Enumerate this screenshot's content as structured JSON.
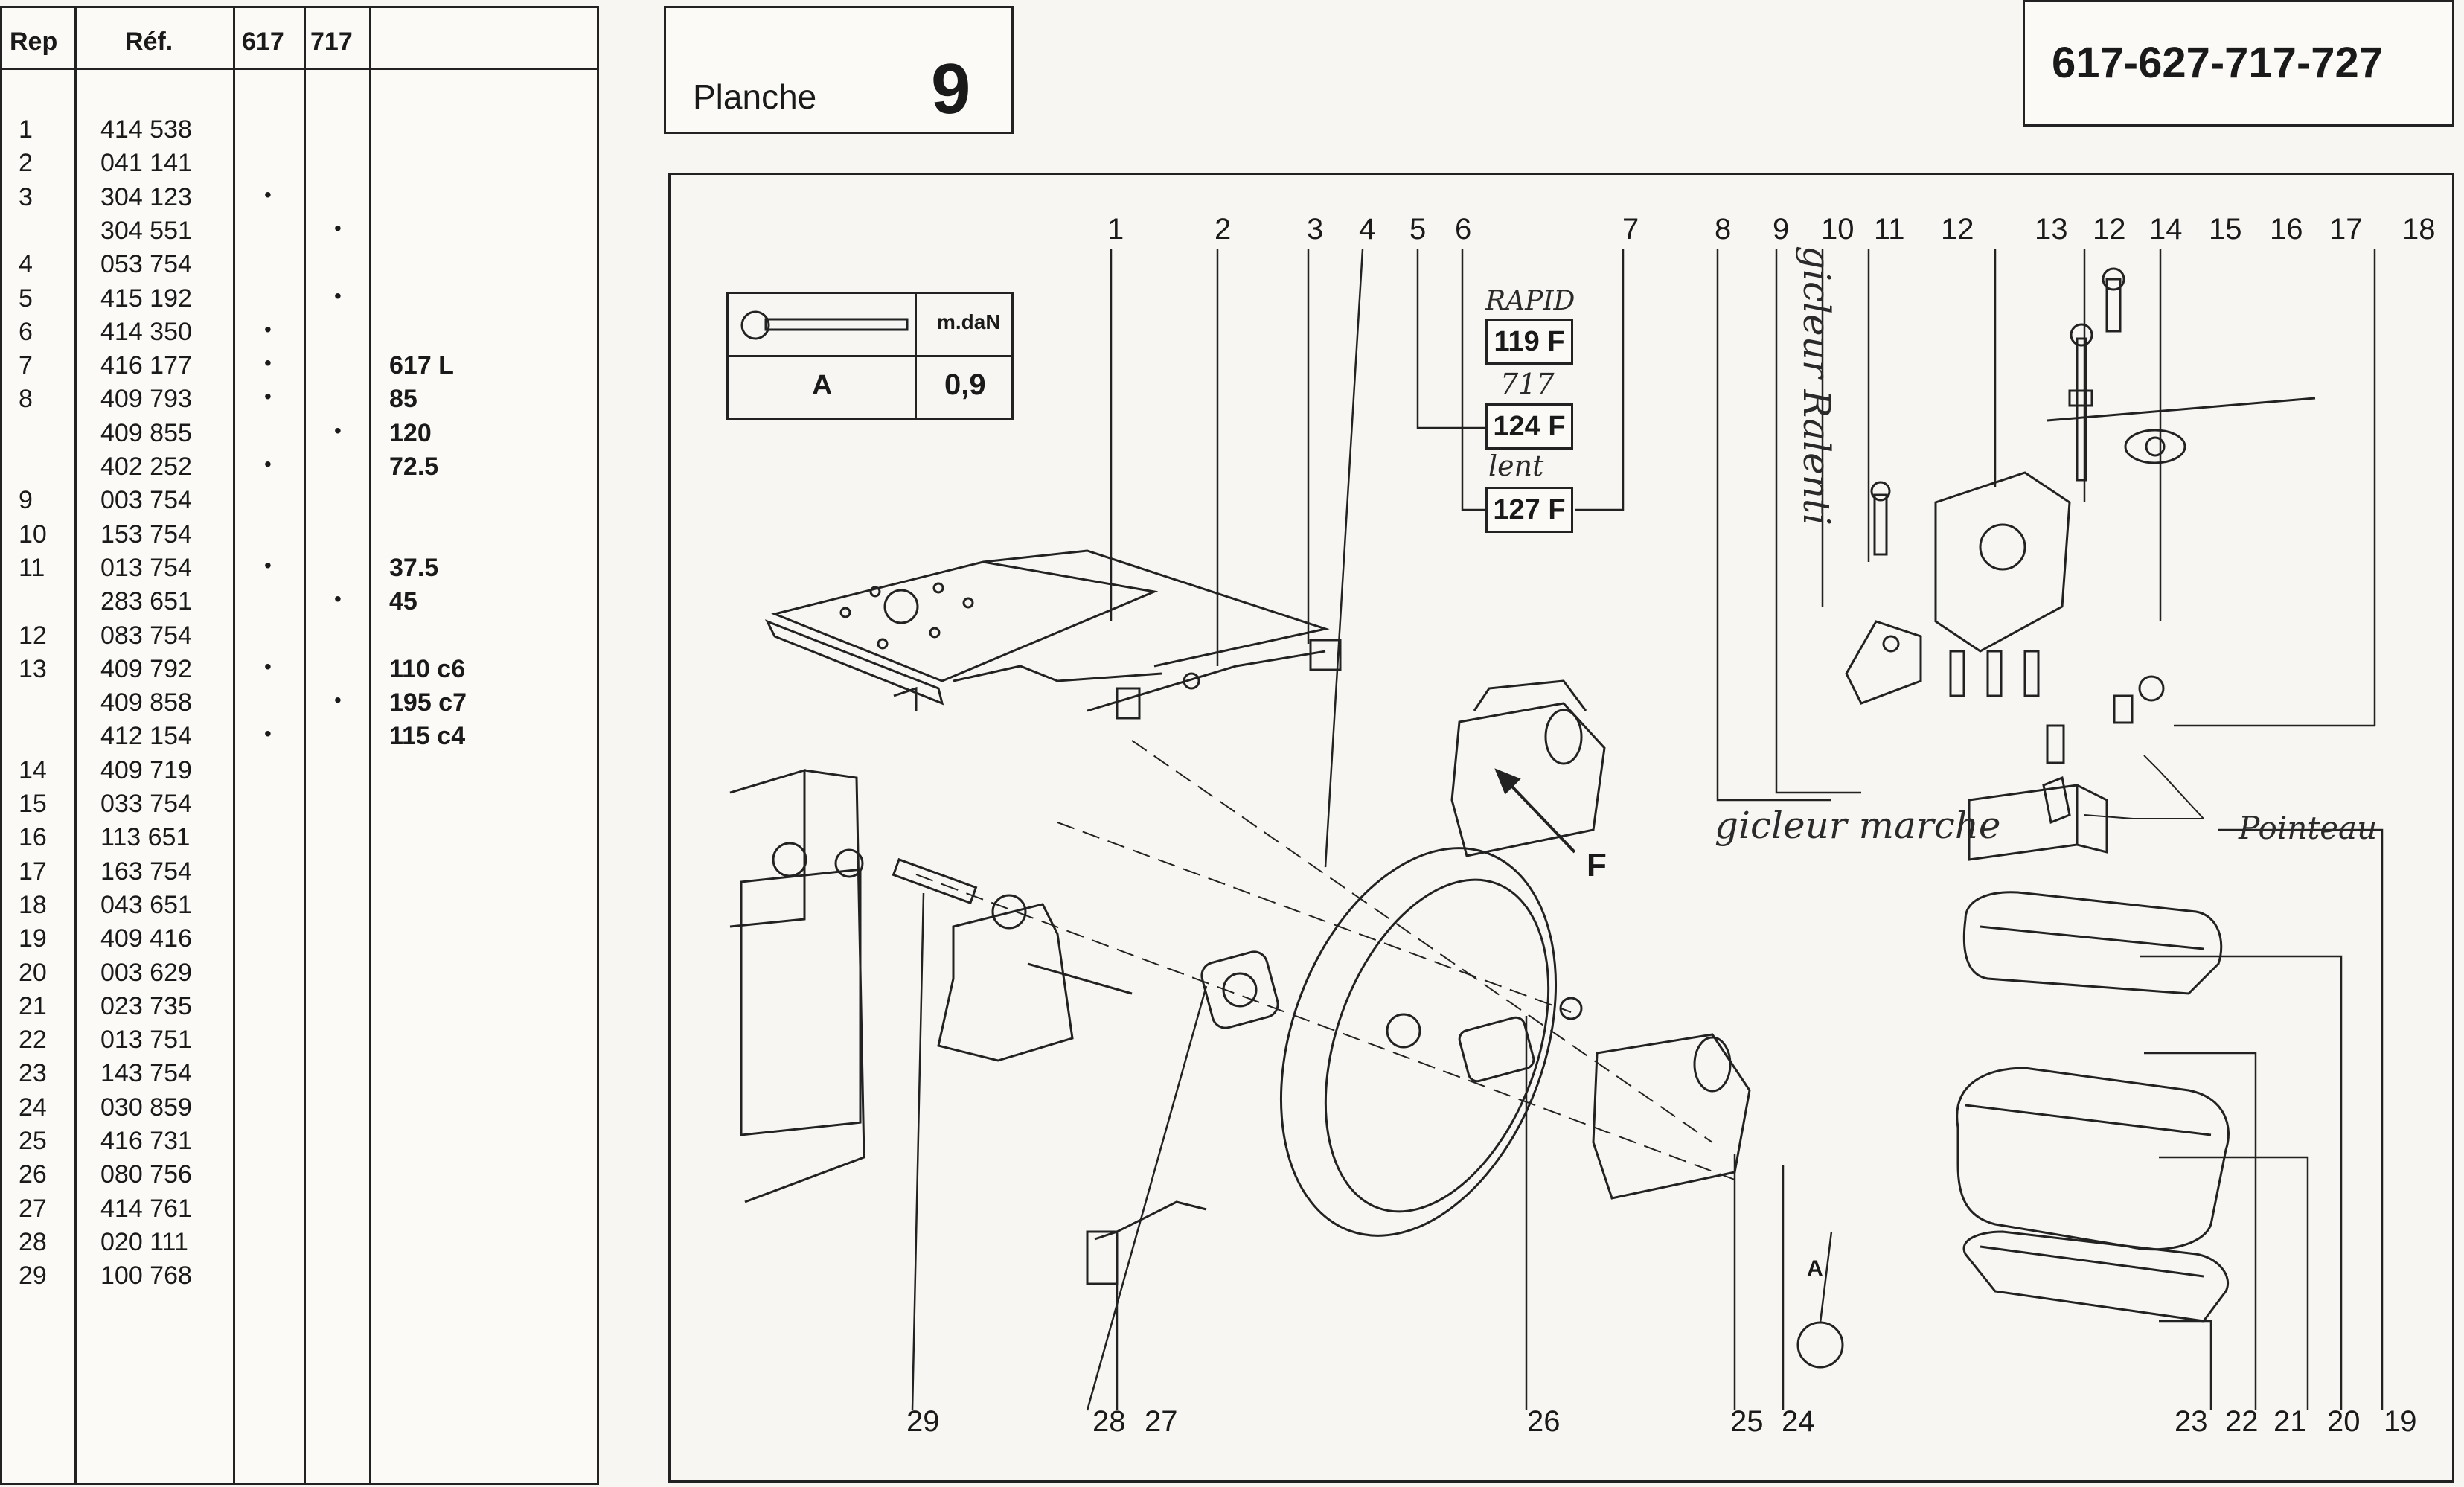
{
  "table": {
    "headers": {
      "rep": "Rep",
      "ref": "Réf.",
      "c617": "617",
      "c717": "717"
    },
    "rows": [
      {
        "rep": "1",
        "ref": "414 538",
        "m617": "",
        "m717": "",
        "note": ""
      },
      {
        "rep": "2",
        "ref": "041 141",
        "m617": "",
        "m717": "",
        "note": ""
      },
      {
        "rep": "3",
        "ref": "304 123",
        "m617": "•",
        "m717": "",
        "note": ""
      },
      {
        "rep": "",
        "ref": "304 551",
        "m617": "",
        "m717": "•",
        "note": ""
      },
      {
        "rep": "4",
        "ref": "053 754",
        "m617": "",
        "m717": "",
        "note": ""
      },
      {
        "rep": "5",
        "ref": "415 192",
        "m617": "",
        "m717": "•",
        "note": ""
      },
      {
        "rep": "6",
        "ref": "414 350",
        "m617": "•",
        "m717": "",
        "note": ""
      },
      {
        "rep": "7",
        "ref": "416 177",
        "m617": "•",
        "m717": "",
        "note": "617 L"
      },
      {
        "rep": "8",
        "ref": "409 793",
        "m617": "•",
        "m717": "",
        "note": "85"
      },
      {
        "rep": "",
        "ref": "409 855",
        "m617": "",
        "m717": "•",
        "note": "120"
      },
      {
        "rep": "",
        "ref": "402 252",
        "m617": "•",
        "m717": "",
        "note": "72.5"
      },
      {
        "rep": "9",
        "ref": "003 754",
        "m617": "",
        "m717": "",
        "note": ""
      },
      {
        "rep": "10",
        "ref": "153 754",
        "m617": "",
        "m717": "",
        "note": ""
      },
      {
        "rep": "11",
        "ref": "013 754",
        "m617": "•",
        "m717": "",
        "note": "37.5"
      },
      {
        "rep": "",
        "ref": "283 651",
        "m617": "",
        "m717": "•",
        "note": "45"
      },
      {
        "rep": "12",
        "ref": "083 754",
        "m617": "",
        "m717": "",
        "note": ""
      },
      {
        "rep": "13",
        "ref": "409 792",
        "m617": "•",
        "m717": "",
        "note": "110 c6"
      },
      {
        "rep": "",
        "ref": "409 858",
        "m617": "",
        "m717": "•",
        "note": "195 c7"
      },
      {
        "rep": "",
        "ref": "412 154",
        "m617": "•",
        "m717": "",
        "note": "115 c4"
      },
      {
        "rep": "14",
        "ref": "409 719",
        "m617": "",
        "m717": "",
        "note": ""
      },
      {
        "rep": "15",
        "ref": "033 754",
        "m617": "",
        "m717": "",
        "note": ""
      },
      {
        "rep": "16",
        "ref": "113 651",
        "m617": "",
        "m717": "",
        "note": ""
      },
      {
        "rep": "17",
        "ref": "163 754",
        "m617": "",
        "m717": "",
        "note": ""
      },
      {
        "rep": "18",
        "ref": "043 651",
        "m617": "",
        "m717": "",
        "note": ""
      },
      {
        "rep": "19",
        "ref": "409 416",
        "m617": "",
        "m717": "",
        "note": ""
      },
      {
        "rep": "20",
        "ref": "003 629",
        "m617": "",
        "m717": "",
        "note": ""
      },
      {
        "rep": "21",
        "ref": "023 735",
        "m617": "",
        "m717": "",
        "note": ""
      },
      {
        "rep": "22",
        "ref": "013 751",
        "m617": "",
        "m717": "",
        "note": ""
      },
      {
        "rep": "23",
        "ref": "143 754",
        "m617": "",
        "m717": "",
        "note": ""
      },
      {
        "rep": "24",
        "ref": "030 859",
        "m617": "",
        "m717": "",
        "note": ""
      },
      {
        "rep": "25",
        "ref": "416 731",
        "m617": "",
        "m717": "",
        "note": ""
      },
      {
        "rep": "26",
        "ref": "080 756",
        "m617": "",
        "m717": "",
        "note": ""
      },
      {
        "rep": "27",
        "ref": "414 761",
        "m617": "",
        "m717": "",
        "note": ""
      },
      {
        "rep": "28",
        "ref": "020 111",
        "m617": "",
        "m717": "",
        "note": ""
      },
      {
        "rep": "29",
        "ref": "100 768",
        "m617": "",
        "m717": "",
        "note": ""
      }
    ]
  },
  "header": {
    "planche_label": "Planche",
    "planche_number": "9",
    "models": "617-627-717-727"
  },
  "torque": {
    "unit": "m.daN",
    "label": "A",
    "value": "0,9"
  },
  "jets": {
    "jet1": "119 F",
    "jet2": "124 F",
    "jet3": "127 F",
    "hand1": "RAPID",
    "hand2": "717",
    "hand3": "lent"
  },
  "callouts": {
    "top": [
      "1",
      "2",
      "3",
      "4",
      "5",
      "6",
      "7",
      "8",
      "9",
      "10",
      "11",
      "12",
      "13",
      "12",
      "14",
      "15",
      "16",
      "17",
      "18"
    ],
    "bottom": [
      "29",
      "28",
      "27",
      "26",
      "25",
      "24",
      "23",
      "22",
      "21",
      "20",
      "19"
    ],
    "f": "F",
    "a": "A"
  },
  "handwriting": {
    "gicleur_ralenti": "gicleur Ralenti",
    "gicleur_marche": "gicleur marche",
    "pointeau": "Pointeau"
  }
}
